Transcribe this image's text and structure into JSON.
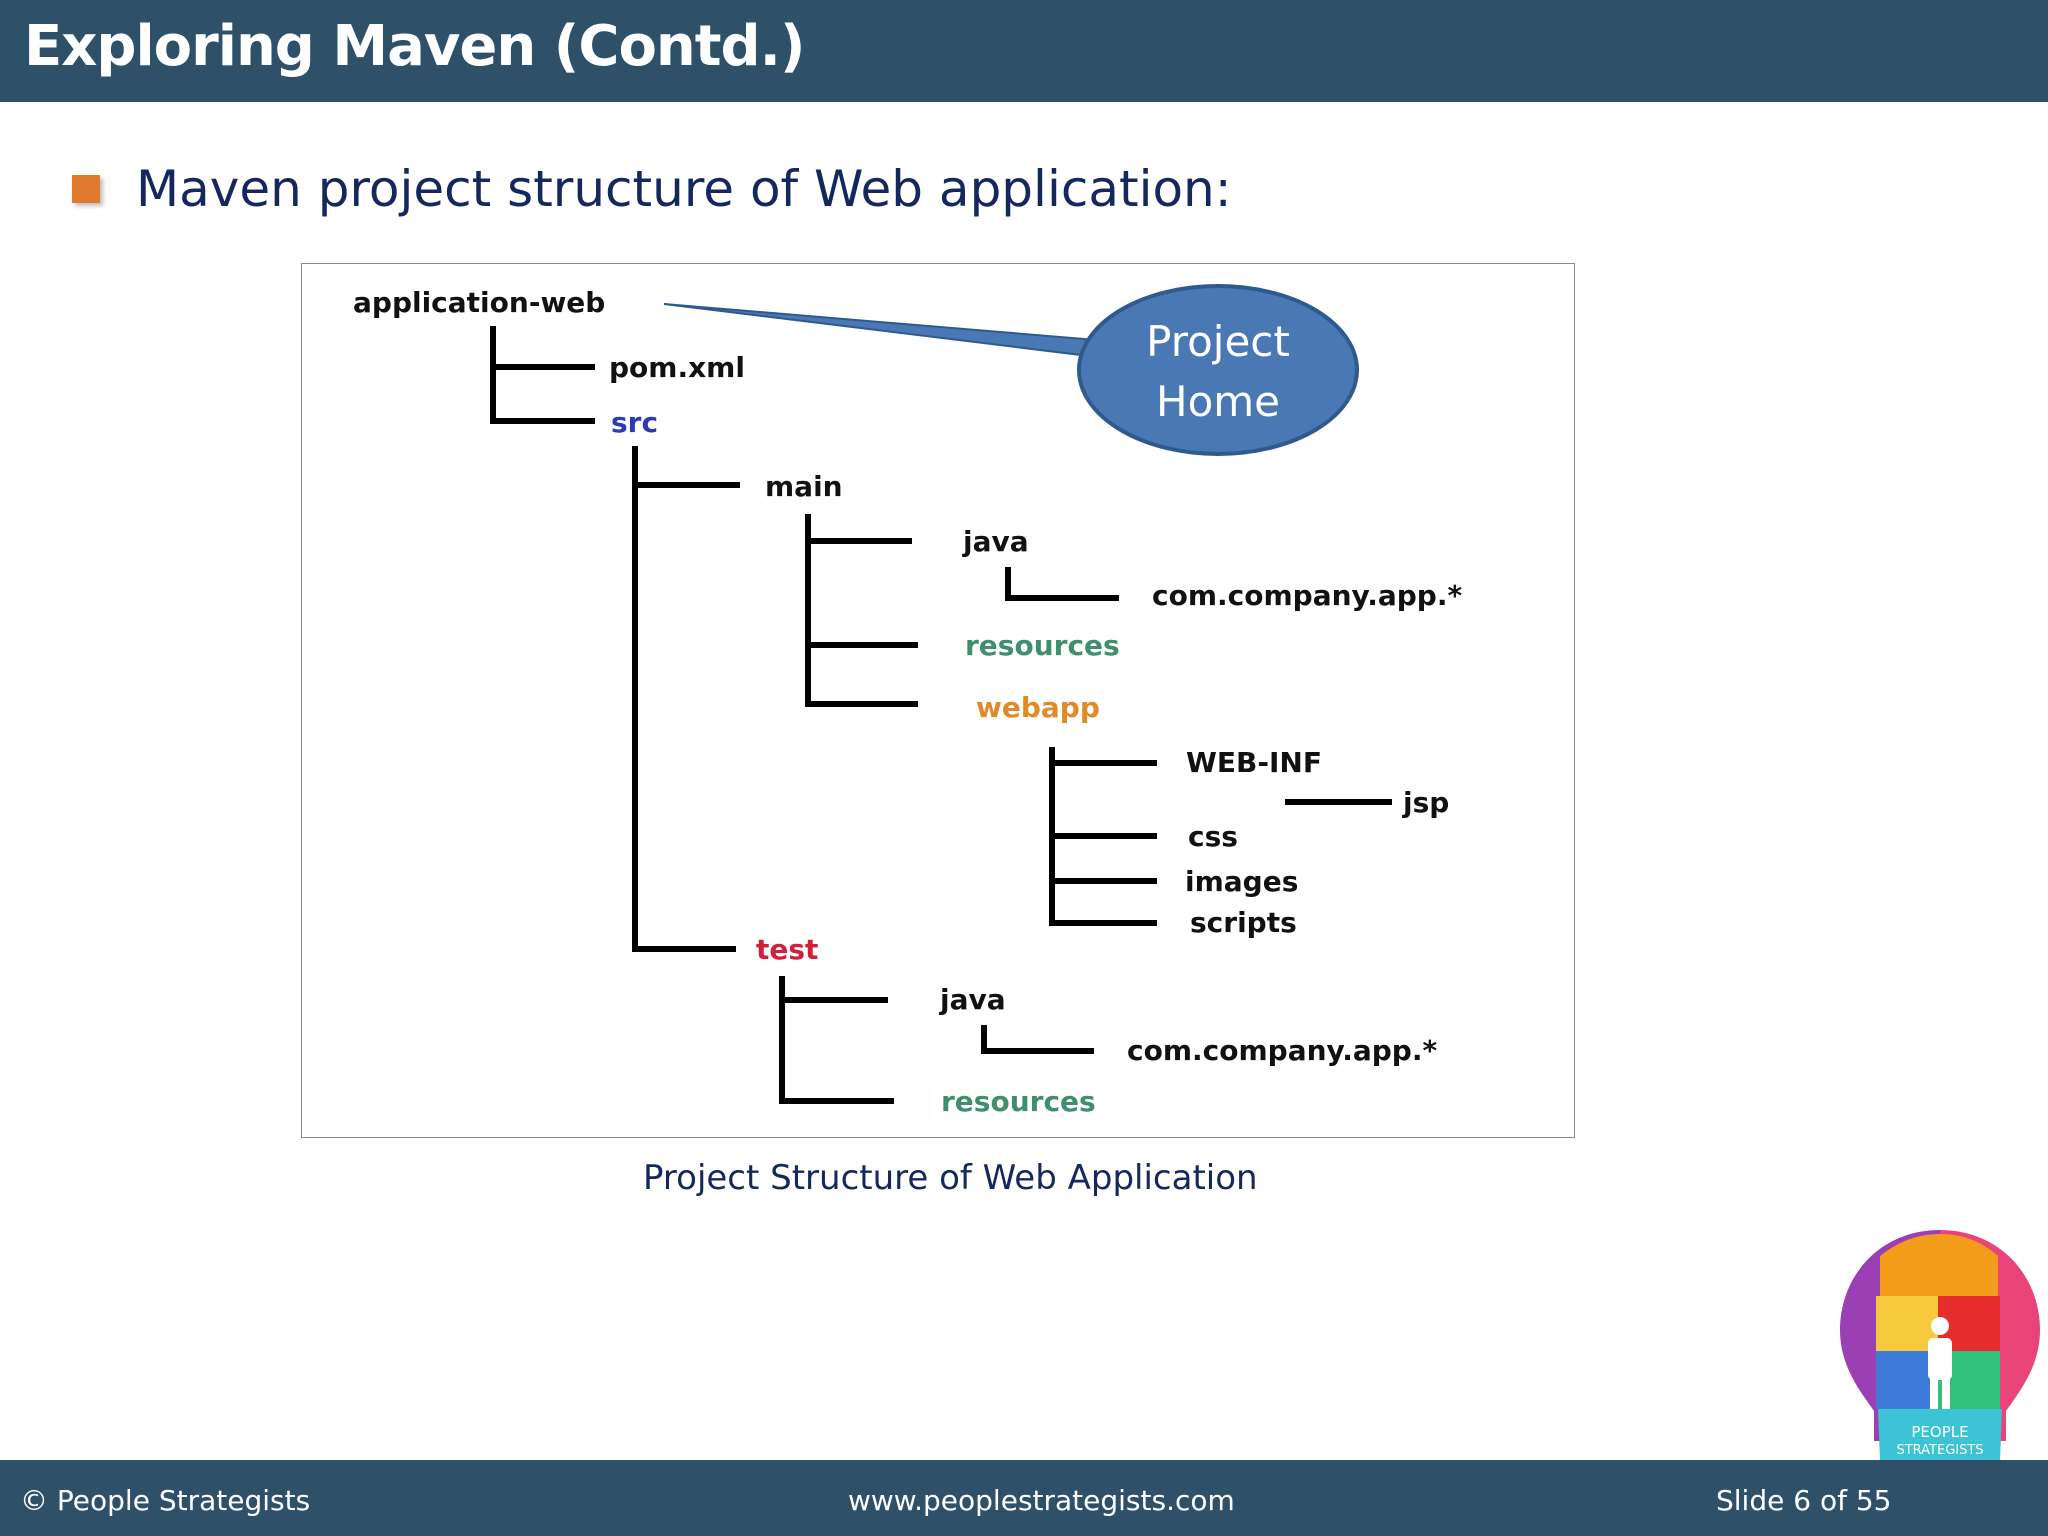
{
  "header": {
    "title": "Exploring Maven (Contd.)"
  },
  "bullet": {
    "text": "Maven project structure of Web application:"
  },
  "figure": {
    "callout_line1": "Project",
    "callout_line2": "Home",
    "nodes": {
      "root": "application-web",
      "pom": "pom.xml",
      "src": "src",
      "main": "main",
      "main_java": "java",
      "main_pkg": "com.company.app.*",
      "main_resources": "resources",
      "webapp": "webapp",
      "webinf": "WEB-INF",
      "jsp": "jsp",
      "css": "css",
      "images": "images",
      "scripts": "scripts",
      "test": "test",
      "test_java": "java",
      "test_pkg": "com.company.app.*",
      "test_resources": "resources"
    },
    "colors": {
      "src": "#2b3bb8",
      "resources": "#3f8f6e",
      "webapp": "#e08a28",
      "test": "#d0203a",
      "callout": "#4a78b5"
    }
  },
  "caption": "Project Structure of Web Application",
  "footer": {
    "copyright": "© People Strategists",
    "website": "www.peoplestrategists.com",
    "slide": "Slide 6 of 55"
  },
  "logo": {
    "line1": "PEOPLE",
    "line2": "STRATEGISTS"
  }
}
